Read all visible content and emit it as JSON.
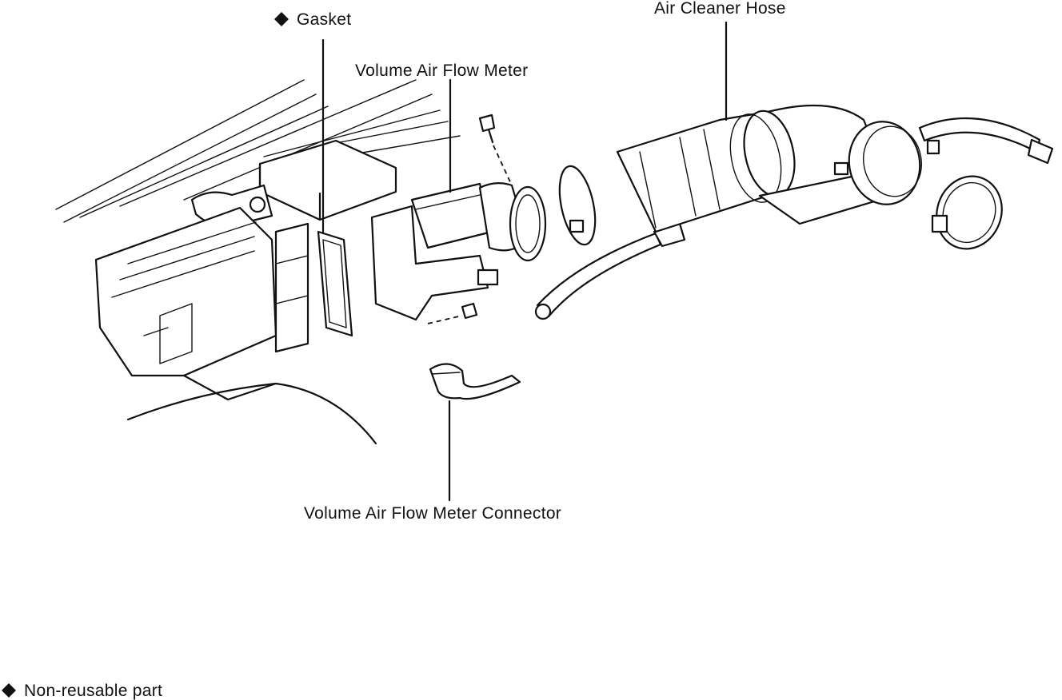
{
  "labels": {
    "gasket": "Gasket",
    "vafm": "Volume Air Flow Meter",
    "air_cleaner_hose": "Air Cleaner Hose",
    "vafm_connector": "Volume Air Flow Meter Connector"
  },
  "legend": {
    "text": "Non-reusable part"
  }
}
